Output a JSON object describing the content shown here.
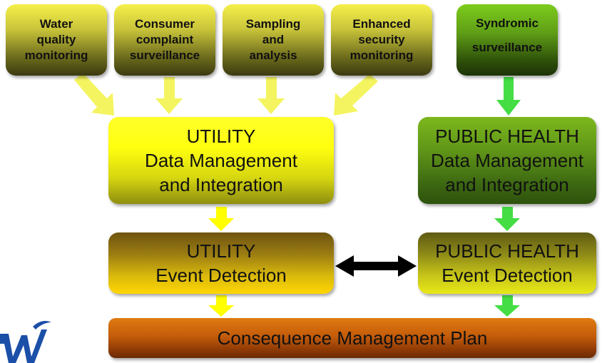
{
  "sources": [
    {
      "id": "water",
      "lines": [
        "Water",
        "quality",
        "monitoring"
      ]
    },
    {
      "id": "consumer",
      "lines": [
        "Consumer",
        "complaint",
        "surveillance"
      ]
    },
    {
      "id": "sampling",
      "lines": [
        "Sampling",
        "and",
        "analysis"
      ]
    },
    {
      "id": "security",
      "lines": [
        "Enhanced",
        "security",
        "monitoring"
      ]
    },
    {
      "id": "syndromic",
      "lines": [
        "Syndromic",
        "surveillance"
      ]
    }
  ],
  "utility_dm": {
    "line1": "UTILITY",
    "line2": "Data Management",
    "line3": "and Integration"
  },
  "ph_dm": {
    "line1": "PUBLIC HEALTH",
    "line2": "Data Management",
    "line3": "and Integration"
  },
  "utility_ed": {
    "line1": "UTILITY",
    "line2": "Event Detection"
  },
  "ph_ed": {
    "line1": "PUBLIC HEALTH",
    "line2": "Event Detection"
  },
  "plan": {
    "label": "Consequence Management Plan"
  },
  "colors": {
    "yellow_arrow": "#f4f460",
    "bright_yellow_arrow": "#ffff00",
    "green_arrow": "#44dd44",
    "black_arrow": "#000000",
    "logo_blue": "#1b4fa8"
  }
}
